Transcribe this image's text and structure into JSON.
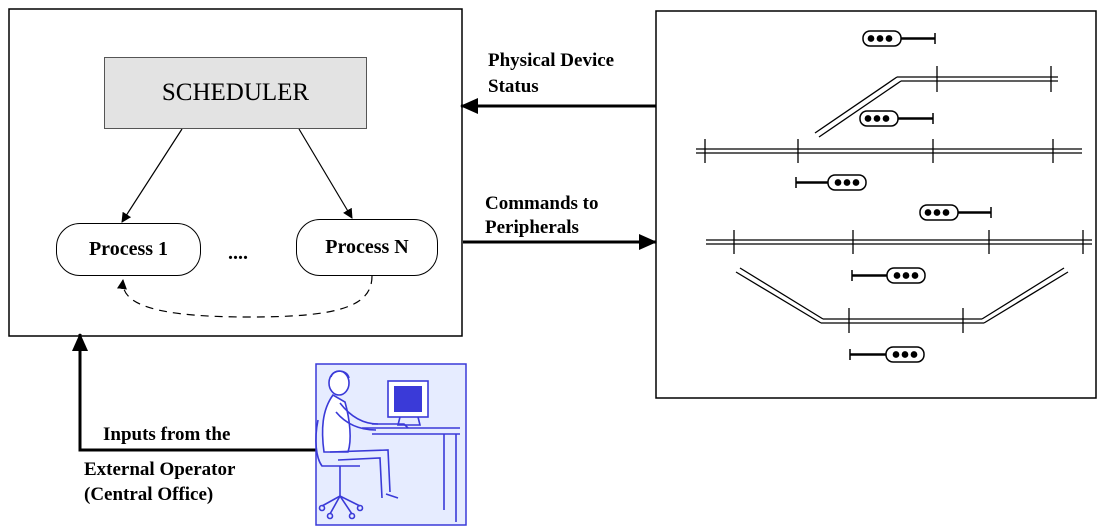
{
  "scheduler": {
    "label": "SCHEDULER"
  },
  "processes": [
    {
      "label": "Process 1"
    },
    {
      "label": "Process N"
    }
  ],
  "ellipsis": "....",
  "arrows": {
    "status_line1": "Physical Device",
    "status_line2": "Status",
    "commands_line1": "Commands to",
    "commands_line2": "Peripherals",
    "inputs_line1": "Inputs from the",
    "inputs_line2": "External Operator",
    "inputs_line3": "(Central Office)"
  },
  "colors": {
    "scheduler_fill": "#e3e3e3",
    "operator_bg": "#e6ecff",
    "operator_ink": "#3a3ad8"
  },
  "icons": {
    "operator": "operator-at-computer-icon",
    "signal": "railway-signal-icon",
    "track": "railway-track-icon"
  }
}
